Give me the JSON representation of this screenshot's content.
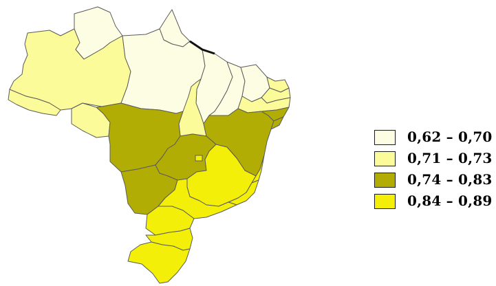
{
  "map": {
    "classes": [
      {
        "key": "c1",
        "label": "0,62 – 0,70",
        "color": "#fdfde3"
      },
      {
        "key": "c2",
        "label": "0,71 – 0,73",
        "color": "#fcfb99"
      },
      {
        "key": "c3",
        "label": "0,74 – 0,83",
        "color": "#b2ad04"
      },
      {
        "key": "c4",
        "label": "0,84 – 0,89",
        "color": "#f3ef09"
      }
    ],
    "regions": [
      {
        "name": "roraima",
        "class": "c1"
      },
      {
        "name": "amapa",
        "class": "c1"
      },
      {
        "name": "para",
        "class": "c1"
      },
      {
        "name": "maranhao",
        "class": "c1"
      },
      {
        "name": "piaui",
        "class": "c1"
      },
      {
        "name": "ceara",
        "class": "c1"
      },
      {
        "name": "amazonas",
        "class": "c2"
      },
      {
        "name": "acre",
        "class": "c2"
      },
      {
        "name": "rondonia",
        "class": "c2"
      },
      {
        "name": "tocantins",
        "class": "c2"
      },
      {
        "name": "rio-grande-do-norte",
        "class": "c2"
      },
      {
        "name": "paraiba",
        "class": "c2"
      },
      {
        "name": "pernambuco",
        "class": "c2"
      },
      {
        "name": "mato-grosso",
        "class": "c3"
      },
      {
        "name": "mato-grosso-do-sul",
        "class": "c3"
      },
      {
        "name": "goias",
        "class": "c3"
      },
      {
        "name": "bahia",
        "class": "c3"
      },
      {
        "name": "alagoas",
        "class": "c3"
      },
      {
        "name": "sergipe",
        "class": "c3"
      },
      {
        "name": "minas-gerais",
        "class": "c4"
      },
      {
        "name": "distrito-federal",
        "class": "c4"
      },
      {
        "name": "espirito-santo",
        "class": "c4"
      },
      {
        "name": "rio-de-janeiro",
        "class": "c4"
      },
      {
        "name": "sao-paulo",
        "class": "c4"
      },
      {
        "name": "parana",
        "class": "c4"
      },
      {
        "name": "santa-catarina",
        "class": "c4"
      },
      {
        "name": "rio-grande-do-sul",
        "class": "c4"
      }
    ]
  }
}
